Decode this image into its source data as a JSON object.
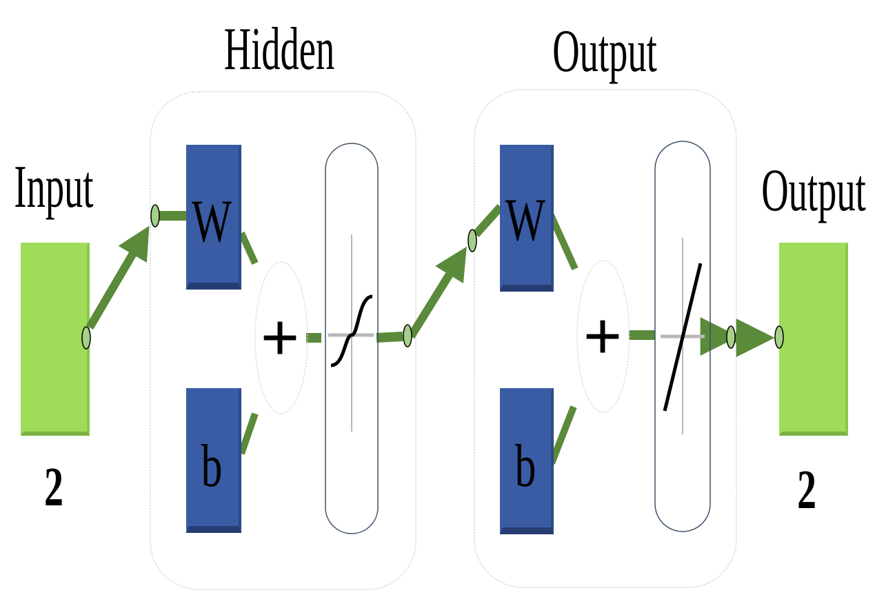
{
  "input": {
    "title": "Input",
    "size": "2"
  },
  "hidden_layer": {
    "title": "Hidden",
    "weight_label": "W",
    "bias_label": "b",
    "sum_symbol": "+"
  },
  "output_layer": {
    "title": "Output",
    "weight_label": "W",
    "bias_label": "b",
    "sum_symbol": "+"
  },
  "output": {
    "title": "Output",
    "size": "2"
  },
  "colors": {
    "io_block": "#9edc59",
    "io_block_dark": "#6e9e3b",
    "weight_block": "#3a5ca4",
    "weight_block_dark": "#263d73",
    "connector": "#5a8a3a",
    "node_fill": "#a6cf8a"
  }
}
